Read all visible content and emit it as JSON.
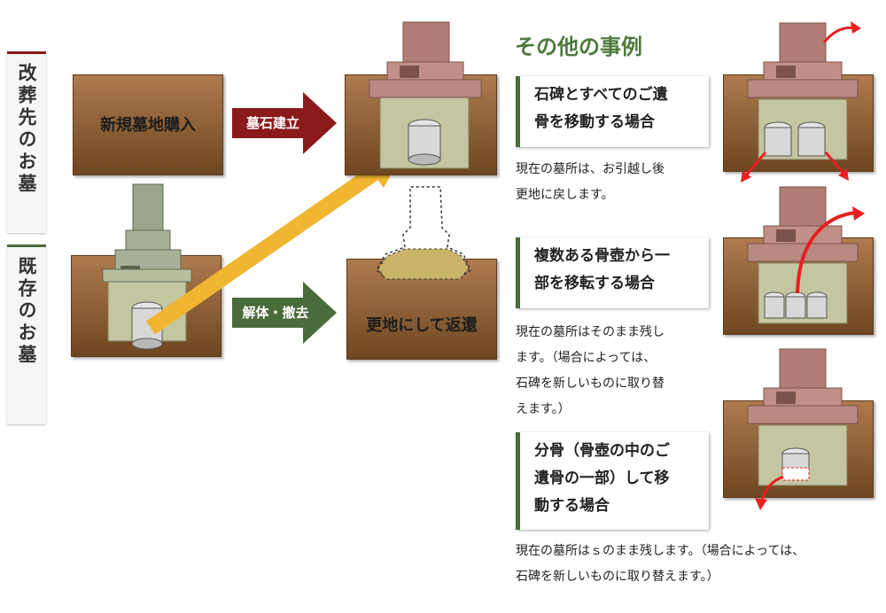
{
  "side_labels": {
    "new_grave": "改葬先のお墓",
    "old_grave": "既存のお墓"
  },
  "flow": {
    "new_plot_box": "新規墓地購入",
    "build_arrow": "墓石建立",
    "demolish_arrow": "解体・撤去",
    "return_box": "更地にして返還"
  },
  "other_cases": {
    "title": "その他の事例",
    "cases": [
      {
        "title_line1": "石碑とすべてのご遺",
        "title_line2": "骨を移動する場合",
        "desc_lines": [
          "現在の墓所は、お引越し後",
          "更地に戻します。"
        ]
      },
      {
        "title_line1": "複数ある骨壺から一",
        "title_line2": "部を移転する場合",
        "desc_lines": [
          "現在の墓所はそのまま残し",
          "ます。（場合によっては、",
          "石碑を新しいものに取り替",
          "えます。）"
        ]
      },
      {
        "title_line1": "分骨（骨壺の中のご",
        "title_line2": "遺骨の一部）して移",
        "title_line3": "動する場合",
        "desc_lines": [
          "現在の墓所はｓのまま残します。（場合によっては、",
          "石碑を新しいものに取り替えます。）"
        ]
      }
    ]
  },
  "colors": {
    "dark_red": "#8b1a1a",
    "green": "#4a6b3a",
    "arrow_yellow": "#f0b531",
    "soil": "#8a5a30",
    "stone": "#b07e76",
    "red_arrow": "#e8201e"
  },
  "icons": [
    "grave-stone-icon",
    "urn-icon",
    "red-curved-arrow-icon"
  ]
}
